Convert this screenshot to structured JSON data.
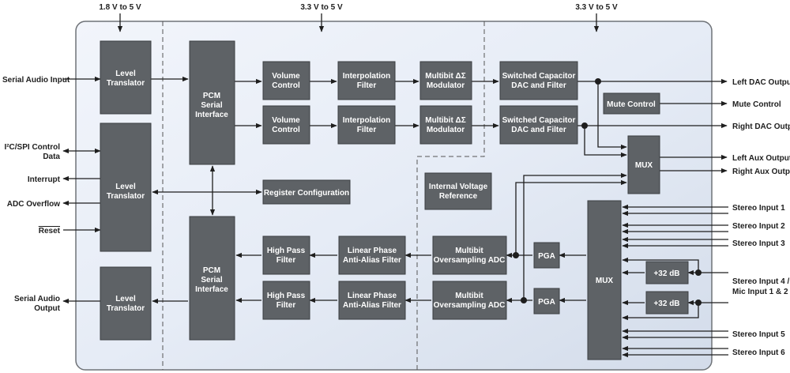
{
  "supplies": [
    "1.8 V to 5 V",
    "3.3 V to 5 V",
    "3.3 V to 5 V"
  ],
  "blocks": {
    "lt1": [
      "Level",
      "Translator"
    ],
    "lt2": [
      "Level",
      "Translator"
    ],
    "lt3": [
      "Level",
      "Translator"
    ],
    "pcm_top": [
      "PCM",
      "Serial",
      "Interface"
    ],
    "pcm_bot": [
      "PCM",
      "Serial",
      "Interface"
    ],
    "vol1": [
      "Volume",
      "Control"
    ],
    "vol2": [
      "Volume",
      "Control"
    ],
    "interp1": [
      "Interpolation",
      "Filter"
    ],
    "interp2": [
      "Interpolation",
      "Filter"
    ],
    "mod1": [
      "Multibit ΔΣ",
      "Modulator"
    ],
    "mod2": [
      "Multibit ΔΣ",
      "Modulator"
    ],
    "dac1": [
      "Switched Capacitor",
      "DAC and Filter"
    ],
    "dac2": [
      "Switched Capacitor",
      "DAC and Filter"
    ],
    "mute": [
      "Mute Control"
    ],
    "mux_aux": [
      "MUX"
    ],
    "regcfg": [
      "Register Configuration"
    ],
    "vref": [
      "Internal Voltage",
      "Reference"
    ],
    "hpf1": [
      "High Pass",
      "Filter"
    ],
    "hpf2": [
      "High Pass",
      "Filter"
    ],
    "aaf1": [
      "Linear Phase",
      "Anti-Alias Filter"
    ],
    "aaf2": [
      "Linear Phase",
      "Anti-Alias Filter"
    ],
    "adc1": [
      "Multibit",
      "Oversampling ADC"
    ],
    "adc2": [
      "Multibit",
      "Oversampling ADC"
    ],
    "pga1": [
      "PGA"
    ],
    "pga2": [
      "PGA"
    ],
    "mux_in": [
      "MUX"
    ],
    "gain1": [
      "+32 dB"
    ],
    "gain2": [
      "+32 dB"
    ]
  },
  "left_labels": {
    "serial_audio_input": [
      "Serial Audio Input"
    ],
    "i2c_spi": [
      "I²C/SPI Control",
      "Data"
    ],
    "interrupt": [
      "Interrupt"
    ],
    "adc_overflow": [
      "ADC Overflow"
    ],
    "reset": [
      "Reset"
    ],
    "serial_audio_output": [
      "Serial Audio",
      "Output"
    ]
  },
  "right_labels": {
    "left_dac_output": [
      "Left DAC Output"
    ],
    "mute_control": [
      "Mute Control"
    ],
    "right_dac_output": [
      "Right DAC Output"
    ],
    "left_aux_output": [
      "Left Aux Output"
    ],
    "right_aux_output": [
      "Right Aux Output"
    ],
    "stereo_input_1": [
      "Stereo Input 1"
    ],
    "stereo_input_2": [
      "Stereo Input 2"
    ],
    "stereo_input_3": [
      "Stereo Input 3"
    ],
    "stereo_input_4": [
      "Stereo Input 4 /",
      "Mic Input 1 & 2"
    ],
    "stereo_input_5": [
      "Stereo Input 5"
    ],
    "stereo_input_6": [
      "Stereo Input 6"
    ]
  }
}
